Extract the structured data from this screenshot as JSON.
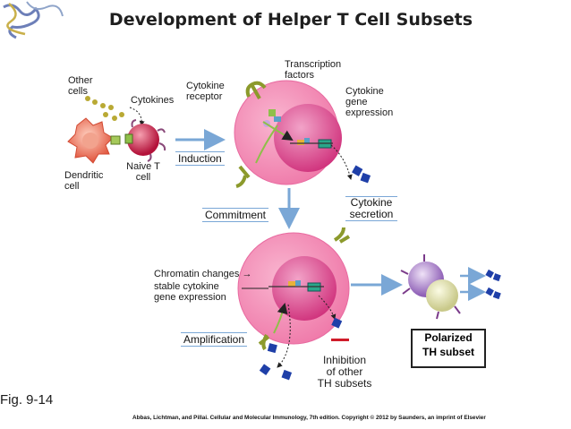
{
  "title": "Development of Helper T Cell Subsets",
  "labels": {
    "other_cells": "Other cells",
    "cytokines": "Cytokines",
    "cytokine_receptor": "Cytokine receptor",
    "transcription_factors": "Transcription factors",
    "cytokine_gene_expression": "Cytokine gene expression",
    "dendritic_cell": "Dendritic cell",
    "naive_t_cell": "Naive T cell",
    "induction": "Induction",
    "cytokine_secretion": "Cytokine secretion",
    "commitment": "Commitment",
    "chromatin_changes": "Chromatin changes →",
    "stable_expression": "stable cytokine gene expression",
    "amplification": "Amplification",
    "inhibition_line1": "Inhibition",
    "inhibition_line2": "of other",
    "inhibition_line3": "TH subsets",
    "polarized_line1": "Polarized",
    "polarized_line2": "TH subset"
  },
  "figure_label": "Fig. 9-14",
  "credit": "Abbas, Lichtman, and Pillai. Cellular and Molecular Immunology, 7th edition. Copyright © 2012 by Saunders, an imprint of Elsevier",
  "colors": {
    "cell_pink": "#f07fae",
    "nucleus_pink": "#d93b86",
    "arrow_blue": "#7aa7d6",
    "cytokine_blue": "#1f3fa8",
    "receptor_olive": "#8c9a2c",
    "dendritic_red": "#e0523a"
  }
}
